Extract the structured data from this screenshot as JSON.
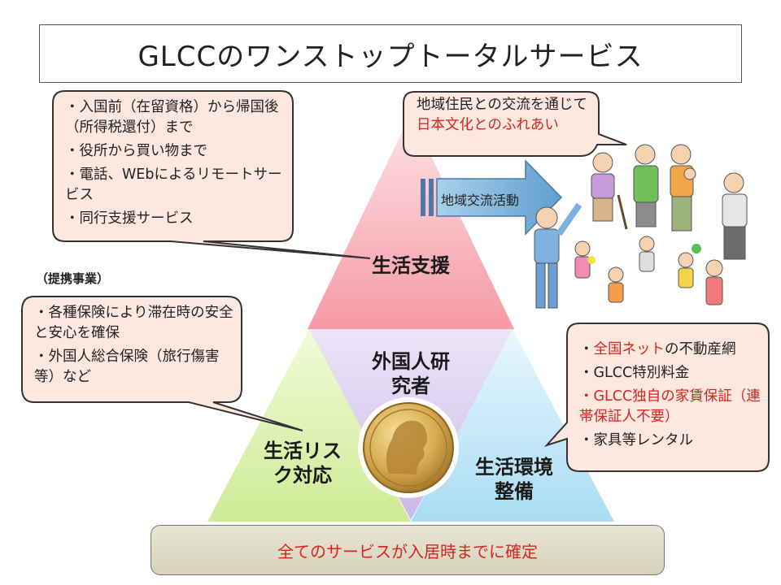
{
  "title": "GLCCのワンストップトータルサービス",
  "bubbles": {
    "life_support": [
      "・入国前（在留資格）から帰国後（所得税還付）まで",
      "・役所から買い物まで",
      "・電話、WEbによるリモートサービス",
      "・同行支援サービス"
    ],
    "partnership_label": "（提携事業）",
    "risk": [
      "・各種保険により滞在時の安全と安心を確保",
      "・外国人総合保険（旅行傷害等）など"
    ],
    "community": {
      "part1": "地域住民との交流を通じて",
      "part2": "日本文化とのふれあい"
    },
    "environment": {
      "item1_red": "全国ネット",
      "item1_rest": "の不動産網",
      "item2": "・GLCC特別料金",
      "item3": "・GLCC独自の家賃保証（連帯保証人不要）",
      "item4": "・家具等レンタル"
    }
  },
  "triangles": {
    "top": "生活支援",
    "center": "外国人研究者",
    "left": "生活リスク対応",
    "right": "生活環境整備"
  },
  "arrow_label": "地域交流活動",
  "bottom": "全てのサービスが入居時までに確定",
  "colors": {
    "top_triangle": "#f7a9b0",
    "center_triangle": "#d9cdee",
    "left_triangle": "#d6f0a6",
    "right_triangle": "#bfe6f7",
    "bubble_fill": "#fde8df",
    "accent_red": "#d4251f",
    "arrow": "#7fb3d8"
  },
  "icons": [
    "medal-icon",
    "people-group-icon"
  ]
}
